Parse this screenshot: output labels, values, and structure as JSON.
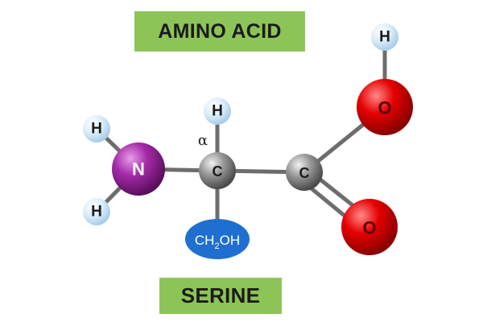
{
  "title": "AMINO ACID",
  "name": "SERINE",
  "alpha_label": "α",
  "atoms": {
    "nitrogen": "N",
    "alpha_carbon": "C",
    "carboxyl_carbon": "C",
    "hydroxyl_oxygen": "O",
    "carbonyl_oxygen": "O",
    "hydrogen": "H"
  },
  "side_chain": {
    "prefix": "CH",
    "subscript": "2",
    "suffix": "OH"
  },
  "colors": {
    "label_box": "#8dc457",
    "nitrogen": "#8a1f8c",
    "carbon": "#8a8a8a",
    "oxygen": "#e00000",
    "hydrogen": "#cfe6f7",
    "side_chain": "#1f6fd1",
    "bond": "#6d6d6d"
  }
}
